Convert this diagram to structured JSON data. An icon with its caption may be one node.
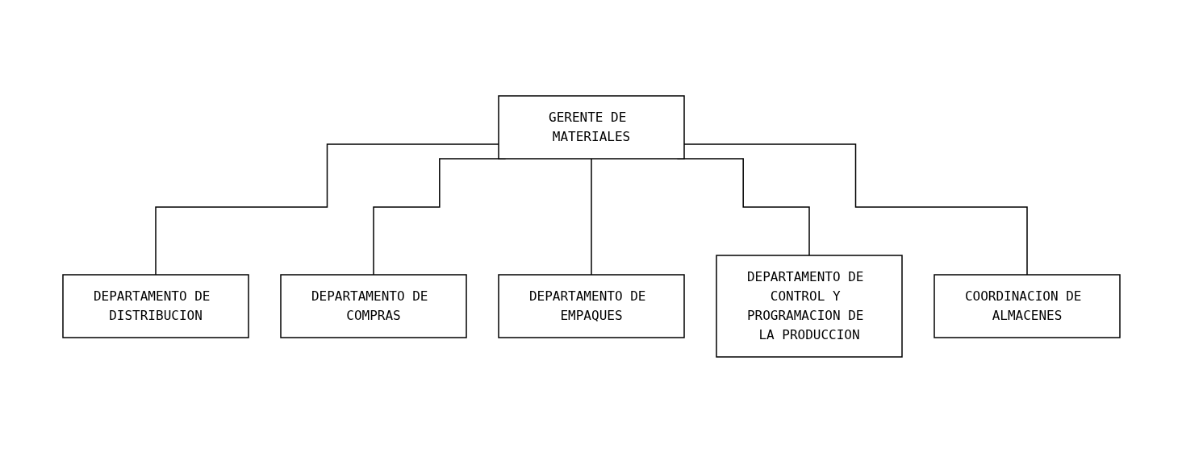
{
  "diagram": {
    "nodes": [
      {
        "text": [
          "GERENTE DE MATERIALES"
        ]
      },
      {
        "text": [
          "DEPARTAMENTO DE DISTRIBUCION"
        ]
      },
      {
        "text": [
          "DEPARTAMENTO DE COMPRAS"
        ]
      },
      {
        "text": [
          "DEPARTAMENTO DE EMPAQUES"
        ]
      },
      {
        "text": [
          "DEPARTAMENTO DE CONTROL Y PROGRAMACION DE LA PRODUCCION"
        ]
      },
      {
        "text": [
          "COORDINACION DE ALMACENES"
        ]
      }
    ],
    "edges": [
      {
        "from": 0,
        "to": 1,
        "arrow": "none"
      },
      {
        "from": 0,
        "to": 2,
        "arrow": "none"
      },
      {
        "from": 0,
        "to": 3,
        "arrow": "none"
      },
      {
        "from": 0,
        "to": 4,
        "arrow": "none"
      },
      {
        "from": 0,
        "to": 5,
        "arrow": "none"
      }
    ]
  }
}
